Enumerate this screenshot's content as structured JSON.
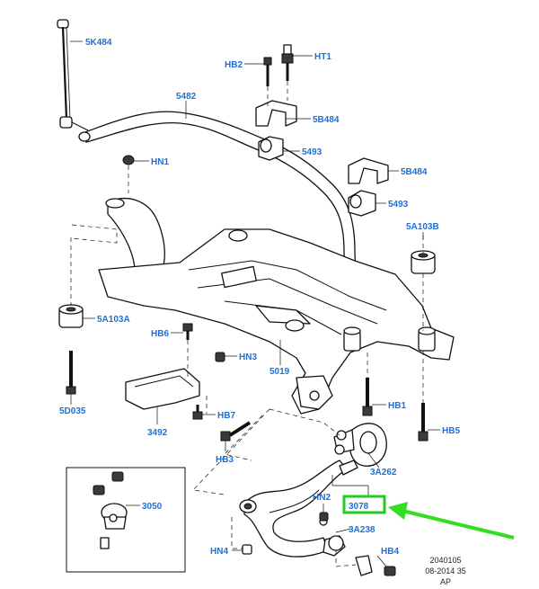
{
  "labels": {
    "l_5k484": "5K484",
    "l_hb2": "HB2",
    "l_ht1": "HT1",
    "l_5482": "5482",
    "l_5b484_a": "5B484",
    "l_hn1": "HN1",
    "l_5493_a": "5493",
    "l_5b484_b": "5B484",
    "l_5493_b": "5493",
    "l_5a103b": "5A103B",
    "l_5a103a": "5A103A",
    "l_hb6": "HB6",
    "l_hn3": "HN3",
    "l_5019": "5019",
    "l_hb1": "HB1",
    "l_5d035": "5D035",
    "l_hb7": "HB7",
    "l_hb5": "HB5",
    "l_3492": "3492",
    "l_hb3": "HB3",
    "l_3a262": "3A262",
    "l_3050": "3050",
    "l_hn2": "HN2",
    "l_3078": "3078",
    "l_3a238": "3A238",
    "l_hn4": "HN4",
    "l_hb4": "HB4"
  },
  "footer": {
    "ref": "2040105",
    "date": "08-2014 35",
    "code": "AP"
  },
  "colors": {
    "label_blue": "#1f6fd6",
    "highlight_green": "#22cc22",
    "arrow_green": "#33dd22"
  }
}
